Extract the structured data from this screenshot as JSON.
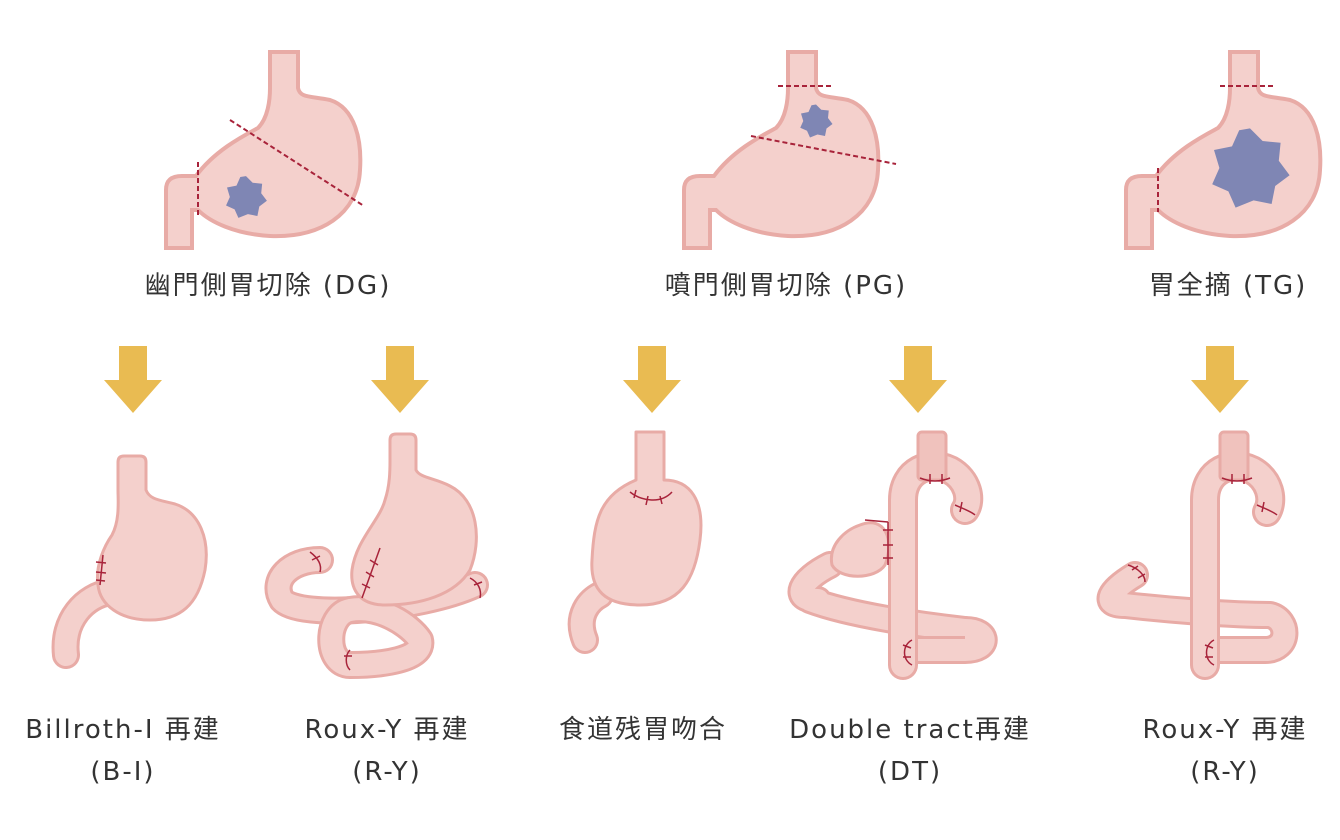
{
  "colors": {
    "organ_fill": "#f4d0cc",
    "organ_stroke": "#e8aba6",
    "tumor": "#7f86b4",
    "cut_line": "#a8233a",
    "arrow": "#e9bb52",
    "text": "#333333"
  },
  "procedures": [
    {
      "label": "幽門側胃切除 (DG)"
    },
    {
      "label": "噴門側胃切除 (PG)"
    },
    {
      "label": "胃全摘 (TG)"
    }
  ],
  "reconstructions": [
    {
      "line1": "Billroth-I 再建",
      "line2": "(B-I)"
    },
    {
      "line1": "Roux-Y 再建",
      "line2": "(R-Y)"
    },
    {
      "line1": "食道残胃吻合",
      "line2": ""
    },
    {
      "line1": "Double tract再建",
      "line2": "(DT)"
    },
    {
      "line1": "Roux-Y 再建",
      "line2": "(R-Y)"
    }
  ]
}
